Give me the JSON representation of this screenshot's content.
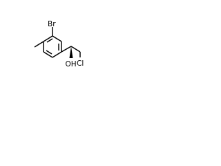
{
  "molecule": {
    "atoms": {
      "bromine": "Br",
      "chlorine": "Cl",
      "hydroxyl": "OH"
    },
    "colors": {
      "bonds": "#000000",
      "text": "#000000",
      "background": "#ffffff"
    }
  }
}
